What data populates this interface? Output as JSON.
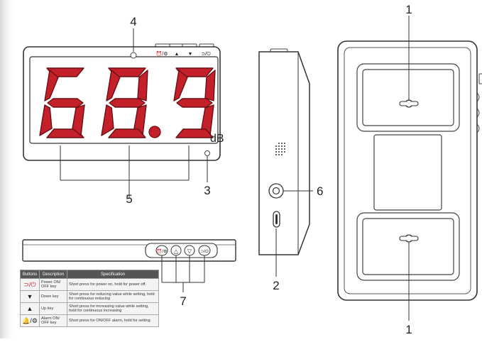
{
  "display": {
    "digits": "68.9",
    "unit": "dB"
  },
  "callouts": [
    "1",
    "1",
    "2",
    "3",
    "4",
    "5",
    "6",
    "7"
  ],
  "top_buttons": [
    "⏰/⚙",
    "▲",
    "▼",
    "⊃/⏻"
  ],
  "side_buttons": [
    "⏰/⚙",
    "△",
    "▽",
    "⊃/⏻"
  ],
  "table": {
    "headers": [
      "Buttons",
      "Description",
      "Specification"
    ],
    "rows": [
      {
        "icon": "⊃/⏻",
        "description": "Power ON/ OFF key",
        "specification": "Short press for power on, hold for power off."
      },
      {
        "icon": "▼",
        "description": "Down key",
        "specification": "Short press for reducing value while setting, hold for continuous reducing"
      },
      {
        "icon": "▲",
        "description": "Up key",
        "specification": "Short press for increasing value while setting, hold for continuous increasing"
      },
      {
        "icon": "🔔/⚙",
        "description": "Alarm ON/ OFF key",
        "specification": "Short press for ON/OFF alarm, hold for setting"
      }
    ]
  }
}
